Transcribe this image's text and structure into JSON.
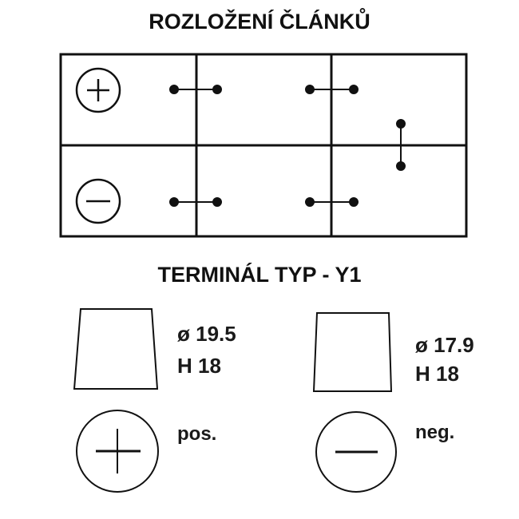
{
  "title": "ROZLOŽENÍ ČLÁNKŮ",
  "layout": {
    "cells": 6,
    "positive_symbol": "plus-circle",
    "negative_symbol": "minus-circle"
  },
  "terminal_title": "TERMINÁL TYP -  Y1",
  "terminals": [
    {
      "diameter": "ø 19.5",
      "height": "H 18",
      "polarity": "pos."
    },
    {
      "diameter": "ø 17.9",
      "height": "H 18",
      "polarity": "neg."
    }
  ],
  "colors": {
    "line": "#111111",
    "background": "#ffffff"
  }
}
